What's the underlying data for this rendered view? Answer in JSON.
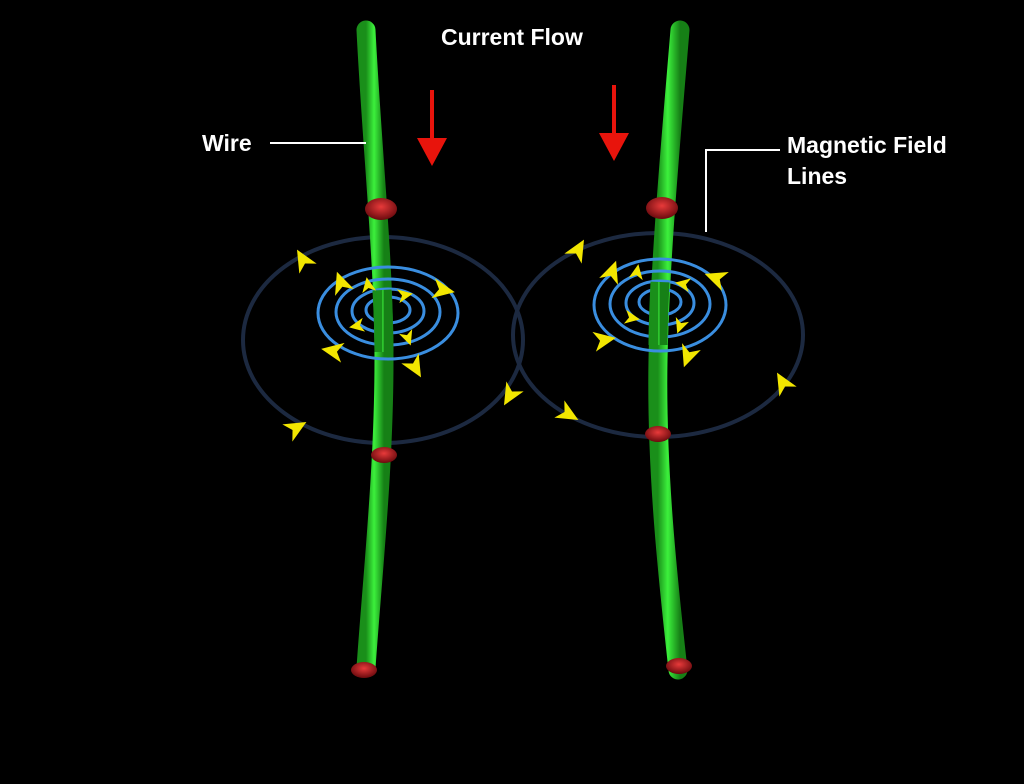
{
  "labels": {
    "current_flow": "Current Flow",
    "wire": "Wire",
    "magnetic_field_line1": "Magnetic Field",
    "magnetic_field_line2": "Lines"
  },
  "colors": {
    "background": "#000000",
    "wire": "#2fd62f",
    "wire_band": "#c0141c",
    "current_arrow": "#e8140c",
    "outer_field_ring": "#1c2940",
    "inner_field_ring": "#3a8ee0",
    "field_arrow": "#f2e600",
    "label_text": "#ffffff",
    "leader_line": "#ffffff"
  },
  "icons": {
    "current_arrow": "down-arrow-icon",
    "field_direction": "triangle-arrowhead-icon"
  }
}
